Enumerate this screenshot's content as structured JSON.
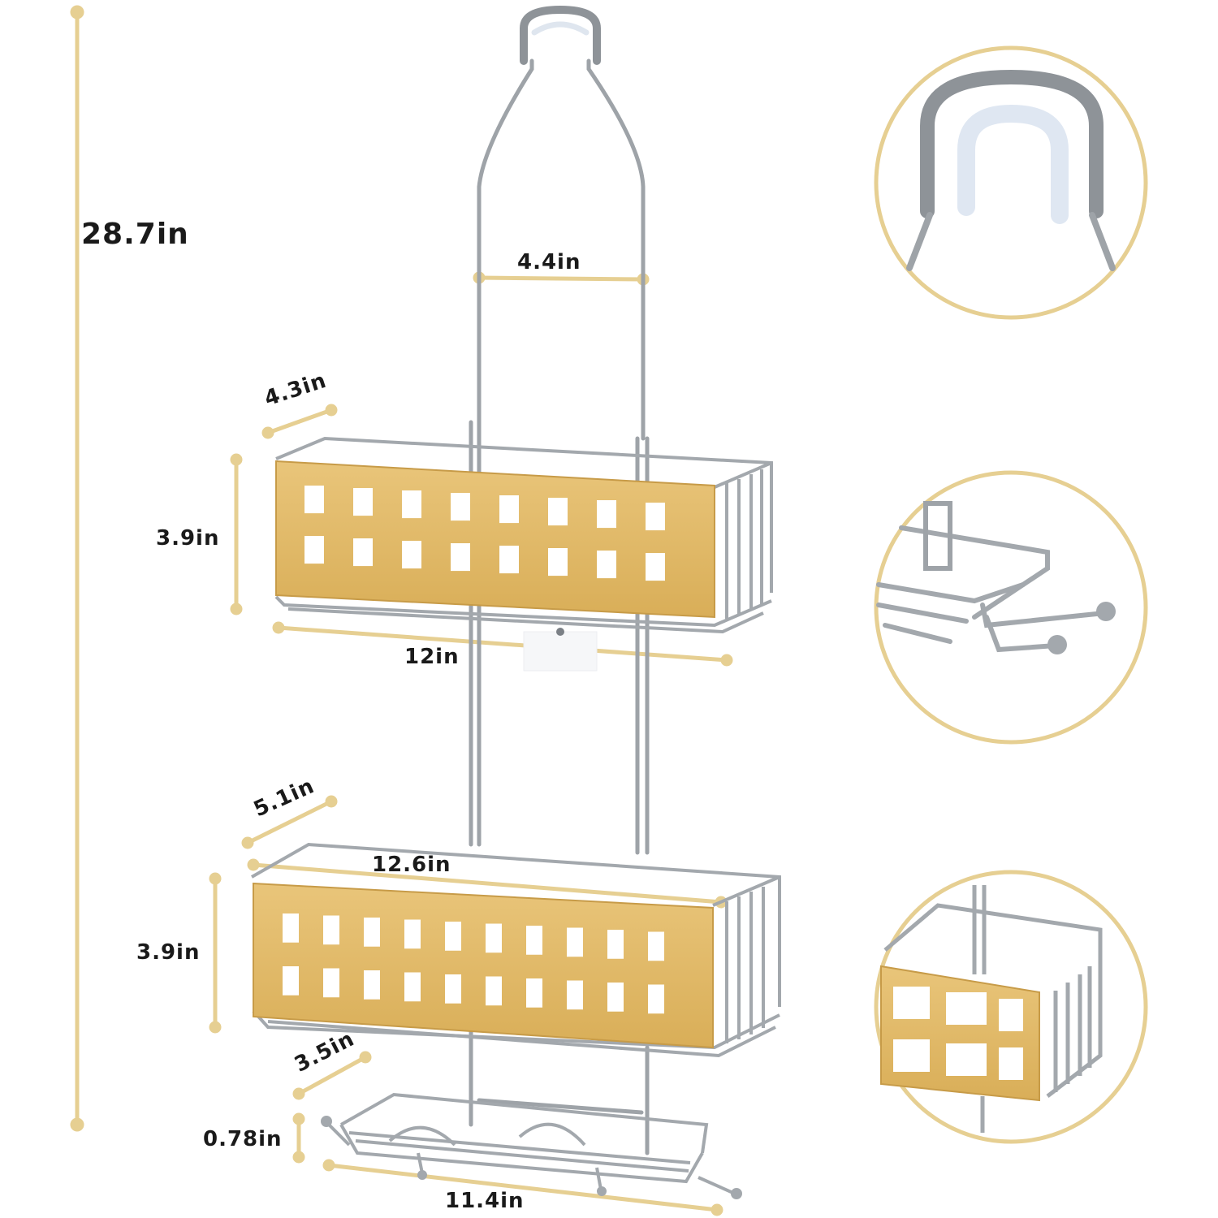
{
  "dimensions": {
    "total_height": "28.7in",
    "hook_width": "4.4in",
    "top_depth": "4.3in",
    "top_height": "3.9in",
    "top_width": "12in",
    "bottom_depth": "5.1in",
    "bottom_width": "12.6in",
    "bottom_height": "3.9in",
    "soap_depth": "3.5in",
    "soap_height": "0.78in",
    "soap_width": "11.4in"
  },
  "colors": {
    "dimension_line": "#e6cf92",
    "metal": "#9ea3a8",
    "bamboo": "#e2bc6c",
    "circle_border": "#e6cf92"
  }
}
